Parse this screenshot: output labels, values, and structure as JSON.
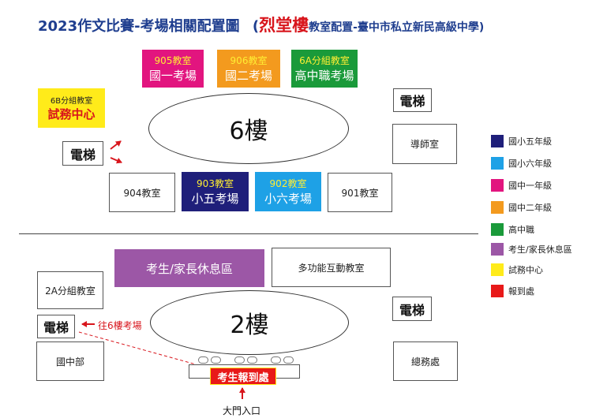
{
  "header": {
    "title_main": "2023作文比賽-考場相關配置圖",
    "paren_open": "(",
    "building": "烈堂樓",
    "title_rest": "教室配置-臺中市私立新民高級中學)"
  },
  "floor6": {
    "label": "6樓",
    "room905": {
      "top": "905教室",
      "bottom": "國一考場"
    },
    "room906": {
      "top": "906教室",
      "bottom": "國二考場"
    },
    "room6a": {
      "top": "6A分組教室",
      "bottom": "高中職考場"
    },
    "room6b": {
      "top": "6B分組教室",
      "bottom": "試務中心"
    },
    "elevator_left": "電梯",
    "elevator_right": "電梯",
    "mentor_room": "導師室",
    "room904": "904教室",
    "room903": {
      "top": "903教室",
      "bottom": "小五考場"
    },
    "room902": {
      "top": "902教室",
      "bottom": "小六考場"
    },
    "room901": "901教室"
  },
  "floor2": {
    "label": "2樓",
    "lounge": "考生/家長休息區",
    "multi_room": "多功能互動教室",
    "room2a": "2A分組教室",
    "elevator_left": "電梯",
    "elevator_right": "電梯",
    "to_floor6": "往6樓考場",
    "junior_dept": "國中部",
    "general_affairs": "總務處",
    "checkin": "考生報到處",
    "main_entrance": "大門入口"
  },
  "legend": [
    {
      "label": "國小五年級",
      "color": "#1f1f7a"
    },
    {
      "label": "國小六年級",
      "color": "#1ea1e6"
    },
    {
      "label": "國中一年級",
      "color": "#e2157f"
    },
    {
      "label": "國中二年級",
      "color": "#f39a1e"
    },
    {
      "label": "高中職",
      "color": "#1a9a3a"
    },
    {
      "label": "考生/家長休息區",
      "color": "#9c57a6"
    },
    {
      "label": "試務中心",
      "color": "#ffeb1a"
    },
    {
      "label": "報到處",
      "color": "#e81919"
    }
  ],
  "colors": {
    "title": "#1f3e8f",
    "accent_red": "#d8151c",
    "yellow_text": "#ffee33"
  }
}
